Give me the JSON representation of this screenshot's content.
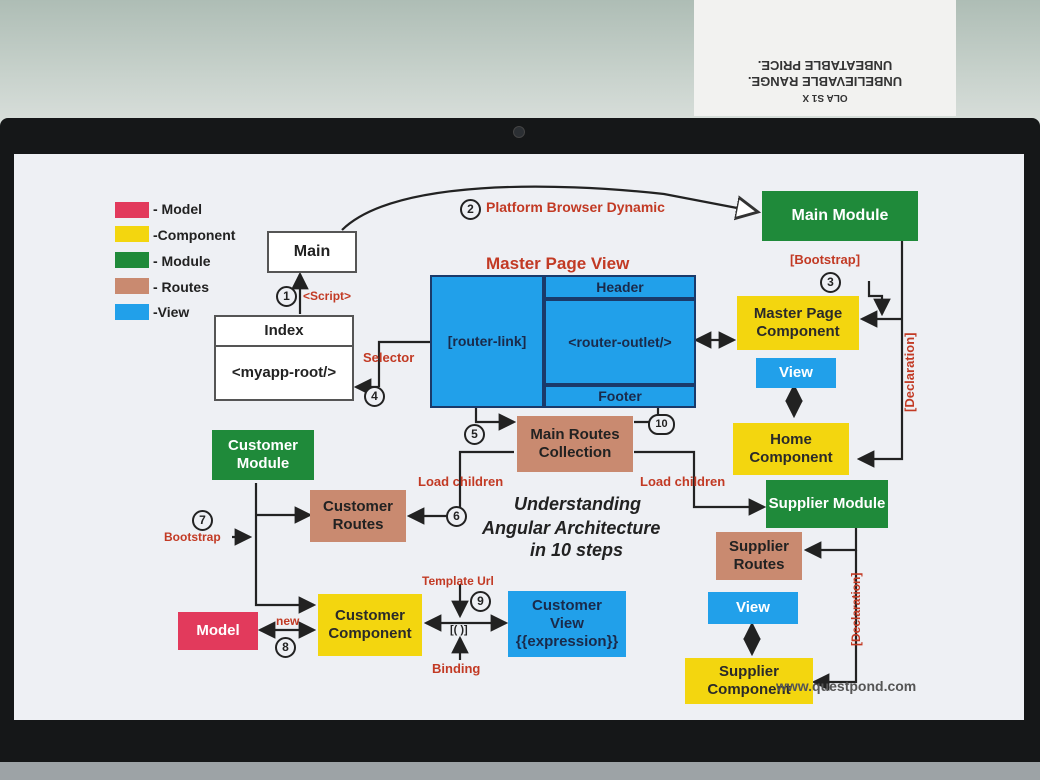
{
  "poster": {
    "brand": "OLA S1 X",
    "line1": "UNBELIEVABLE RANGE.",
    "line2": "UNBEATABLE PRICE."
  },
  "legend": [
    {
      "label": "- Model",
      "color": "#e23a5c"
    },
    {
      "label": "-Component",
      "color": "#f3d60f"
    },
    {
      "label": "- Module",
      "color": "#1f8a3a"
    },
    {
      "label": "- Routes",
      "color": "#c98a70"
    },
    {
      "label": "-View",
      "color": "#21a0ea"
    }
  ],
  "title": {
    "line1": "Understanding",
    "line2": "Angular Architecture",
    "line3": "in 10 steps"
  },
  "watermark": "www.questpond.com",
  "nodes": {
    "main": "Main",
    "index": "Index",
    "myapp_root": "<myapp-root/>",
    "main_module": "Main Module",
    "master_page_view_title": "Master Page View",
    "header": "Header",
    "router_link": "[router-link]",
    "router_outlet": "<router-outlet/>",
    "footer": "Footer",
    "master_page_component": "Master Page Component",
    "view_top": "View",
    "home_component": "Home Component",
    "main_routes_collection": "Main Routes Collection",
    "customer_module": "Customer Module",
    "customer_routes": "Customer Routes",
    "supplier_module": "Supplier Module",
    "supplier_routes": "Supplier Routes",
    "view_bottom": "View",
    "supplier_component": "Supplier Component",
    "model": "Model",
    "customer_component": "Customer Component",
    "customer_view_line1": "Customer",
    "customer_view_line2": "View",
    "customer_view_line3": "{{expression}}",
    "binding_symbol": "[( )]"
  },
  "edge_labels": {
    "platform_browser_dynamic": "Platform Browser Dynamic",
    "script": "<Script>",
    "selector": "Selector",
    "bootstrap_top": "[Bootstrap]",
    "declaration_top": "[Declaration]",
    "declaration_bottom": "[Declaration]",
    "load_children_left": "Load children",
    "load_children_right": "Load children",
    "bootstrap_left": "Bootstrap",
    "new": "new",
    "template_url": "Template Url",
    "binding": "Binding"
  },
  "steps": [
    "1",
    "2",
    "3",
    "4",
    "5",
    "6",
    "7",
    "8",
    "9",
    "10"
  ]
}
